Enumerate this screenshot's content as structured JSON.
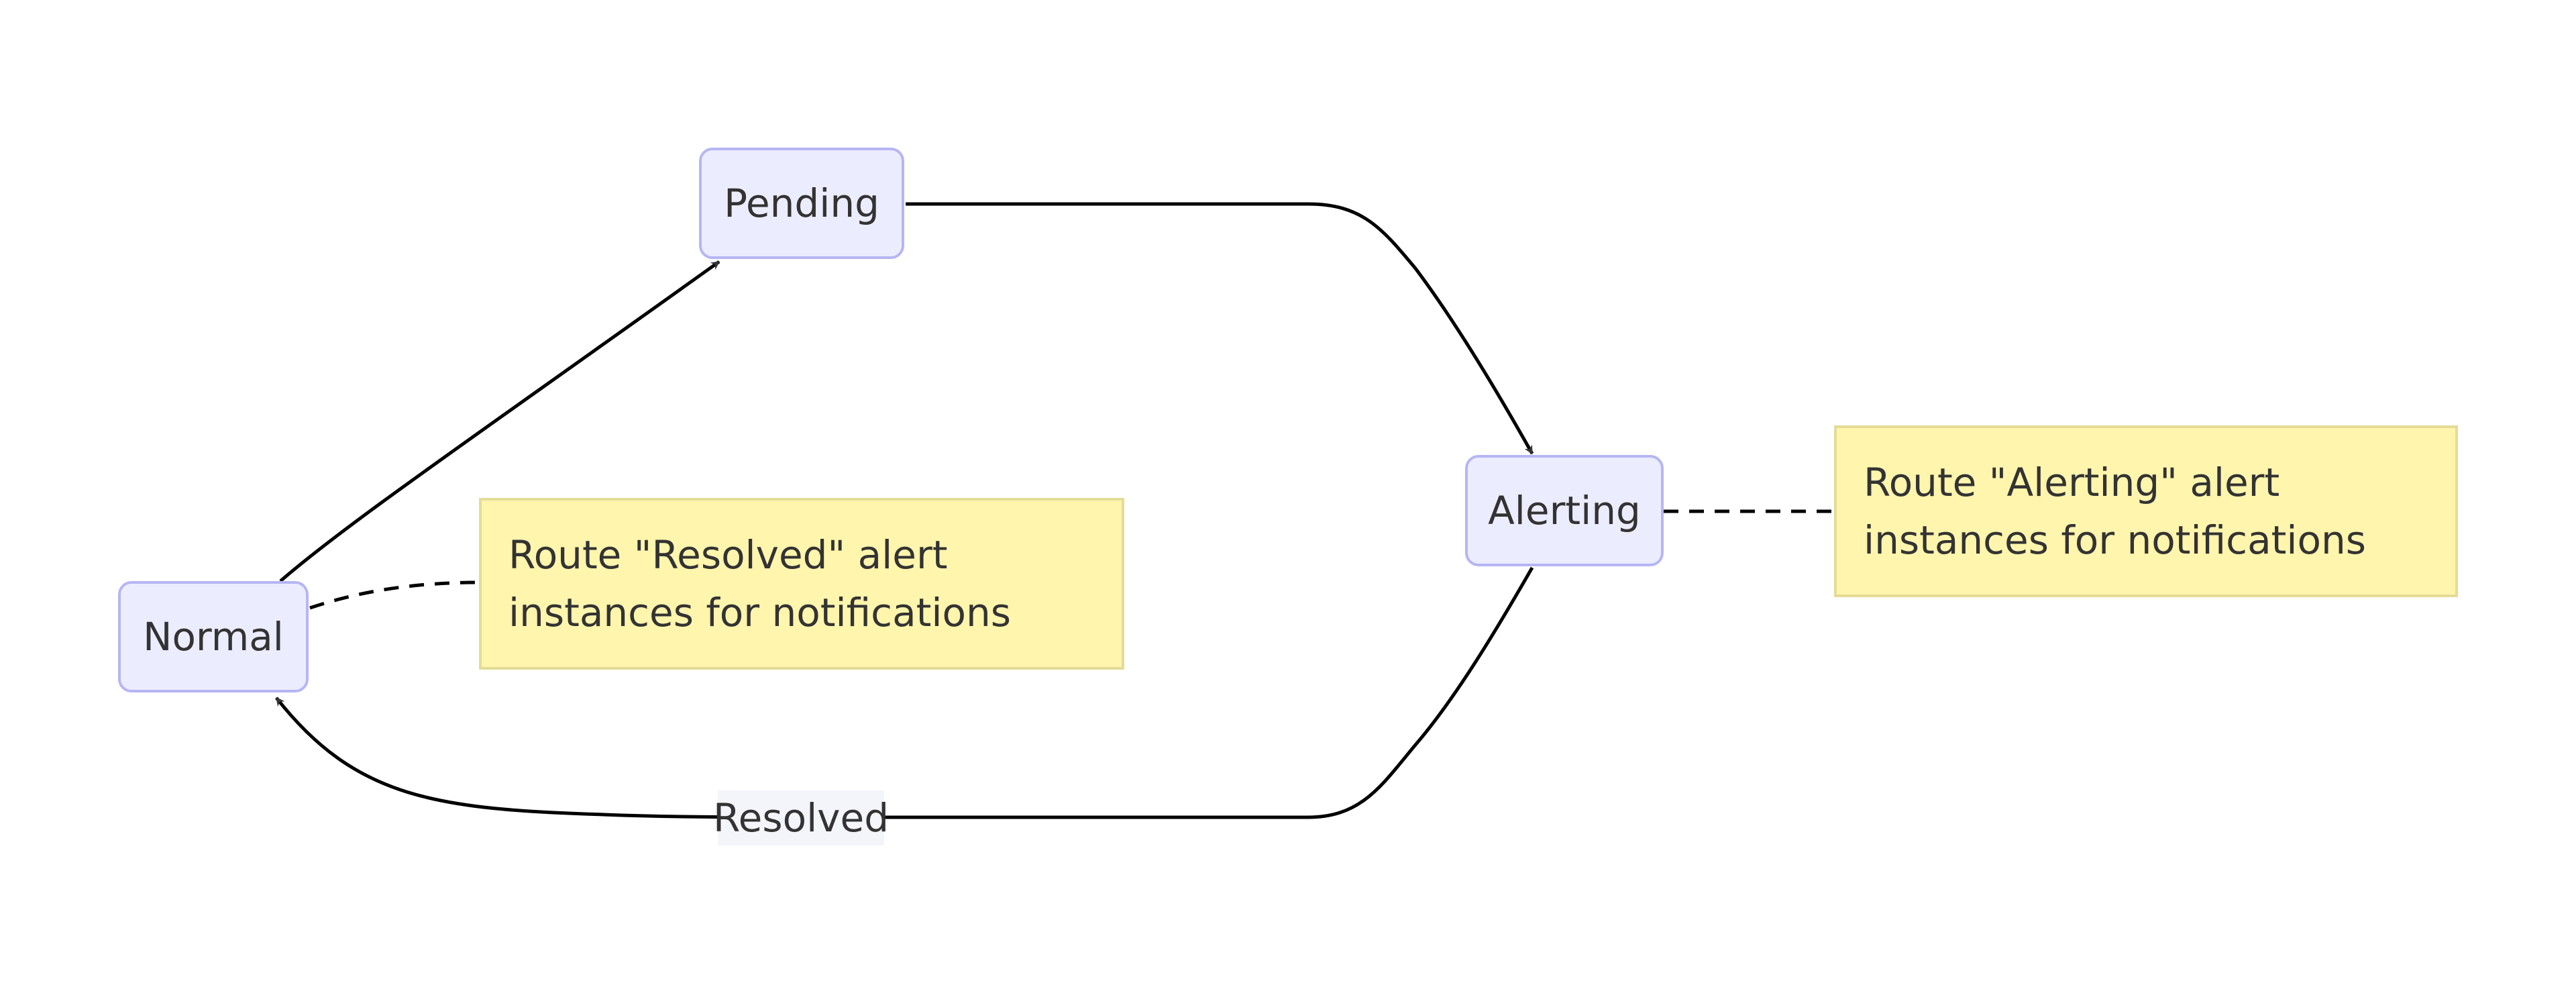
{
  "diagram": {
    "states": {
      "normal": "Normal",
      "pending": "Pending",
      "alerting": "Alerting"
    },
    "transitions": {
      "resolved": "Resolved"
    },
    "notes": {
      "resolved_note": "Route \"Resolved\" alert instances for notifications",
      "alerting_note": "Route \"Alerting\" alert instances for notifications"
    },
    "colors": {
      "state_fill": "#ececff",
      "state_border": "#b6b6f4",
      "note_fill": "#fff5ad",
      "note_border": "#e4dc96",
      "edge": "#000000",
      "text": "#333333"
    }
  }
}
